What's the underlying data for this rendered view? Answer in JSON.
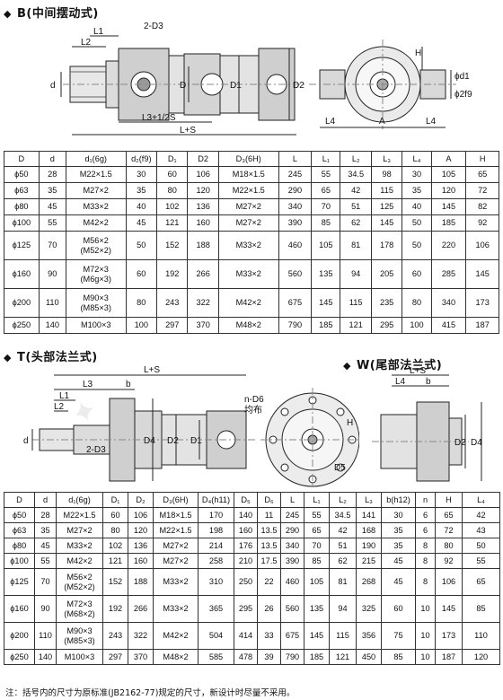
{
  "sections": {
    "b": {
      "title": "B(中间摆动式)"
    },
    "t": {
      "title": "T(头部法兰式)"
    },
    "w": {
      "title": "W(尾部法兰式)"
    }
  },
  "diagram_b": {
    "labels": [
      "L1",
      "L2",
      "2-D3",
      "d",
      "D",
      "D1",
      "D2",
      "L3+1/2S",
      "L+S",
      "L4",
      "A",
      "L4",
      "H",
      "ϕd1",
      "ϕ2f9"
    ]
  },
  "diagram_t": {
    "labels": [
      "L+S",
      "L3",
      "b",
      "L1",
      "L2",
      "2-D3",
      "D4",
      "D2",
      "D1",
      "d",
      "n-D6",
      "均布",
      "D5",
      "H"
    ]
  },
  "diagram_w": {
    "labels": [
      "L4",
      "L+S",
      "b",
      "D2",
      "D4"
    ]
  },
  "table_b": {
    "headers": [
      "D",
      "d",
      "d₁(6g)",
      "d₂(f9)",
      "D₁",
      "D2",
      "D₃(6H)",
      "L",
      "L₁",
      "L₂",
      "L₃",
      "L₄",
      "A",
      "H"
    ],
    "rows": [
      [
        "ϕ50",
        "28",
        "M22×1.5",
        "30",
        "60",
        "106",
        "M18×1.5",
        "245",
        "55",
        "34.5",
        "98",
        "30",
        "105",
        "65"
      ],
      [
        "ϕ63",
        "35",
        "M27×2",
        "35",
        "80",
        "120",
        "M22×1.5",
        "290",
        "65",
        "42",
        "115",
        "35",
        "120",
        "72"
      ],
      [
        "ϕ80",
        "45",
        "M33×2",
        "40",
        "102",
        "136",
        "M27×2",
        "340",
        "70",
        "51",
        "125",
        "40",
        "145",
        "82"
      ],
      [
        "ϕ100",
        "55",
        "M42×2",
        "45",
        "121",
        "160",
        "M27×2",
        "390",
        "85",
        "62",
        "145",
        "50",
        "185",
        "92"
      ],
      [
        "ϕ125",
        "70",
        "M56×2\n(M52×2)",
        "50",
        "152",
        "188",
        "M33×2",
        "460",
        "105",
        "81",
        "178",
        "50",
        "220",
        "106"
      ],
      [
        "ϕ160",
        "90",
        "M72×3\n(M6g×3)",
        "60",
        "192",
        "266",
        "M33×2",
        "560",
        "135",
        "94",
        "205",
        "60",
        "285",
        "145"
      ],
      [
        "ϕ200",
        "110",
        "M90×3\n(M85×3)",
        "80",
        "243",
        "322",
        "M42×2",
        "675",
        "145",
        "115",
        "235",
        "80",
        "340",
        "173"
      ],
      [
        "ϕ250",
        "140",
        "M100×3",
        "100",
        "297",
        "370",
        "M48×2",
        "790",
        "185",
        "121",
        "295",
        "100",
        "415",
        "187"
      ]
    ]
  },
  "table_t": {
    "headers": [
      "D",
      "d",
      "d₁(6g)",
      "D₁",
      "D₂",
      "D₃(6H)",
      "D₄(h11)",
      "D₅",
      "D₆",
      "L",
      "L₁",
      "L₂",
      "L₃",
      "b(h12)",
      "n",
      "H",
      "L₄"
    ],
    "rows": [
      [
        "ϕ50",
        "28",
        "M22×1.5",
        "60",
        "106",
        "M18×1.5",
        "170",
        "140",
        "11",
        "245",
        "55",
        "34.5",
        "141",
        "30",
        "6",
        "65",
        "42"
      ],
      [
        "ϕ63",
        "35",
        "M27×2",
        "80",
        "120",
        "M22×1.5",
        "198",
        "160",
        "13.5",
        "290",
        "65",
        "42",
        "168",
        "35",
        "6",
        "72",
        "43"
      ],
      [
        "ϕ80",
        "45",
        "M33×2",
        "102",
        "136",
        "M27×2",
        "214",
        "176",
        "13.5",
        "340",
        "70",
        "51",
        "190",
        "35",
        "8",
        "80",
        "50"
      ],
      [
        "ϕ100",
        "55",
        "M42×2",
        "121",
        "160",
        "M27×2",
        "258",
        "210",
        "17.5",
        "390",
        "85",
        "62",
        "215",
        "45",
        "8",
        "92",
        "55"
      ],
      [
        "ϕ125",
        "70",
        "M56×2\n(M52×2)",
        "152",
        "188",
        "M33×2",
        "310",
        "250",
        "22",
        "460",
        "105",
        "81",
        "268",
        "45",
        "8",
        "106",
        "65"
      ],
      [
        "ϕ160",
        "90",
        "M72×3\n(M68×2)",
        "192",
        "266",
        "M33×2",
        "365",
        "295",
        "26",
        "560",
        "135",
        "94",
        "325",
        "60",
        "10",
        "145",
        "85"
      ],
      [
        "ϕ200",
        "110",
        "M90×3\n(M85×3)",
        "243",
        "322",
        "M42×2",
        "504",
        "414",
        "33",
        "675",
        "145",
        "115",
        "356",
        "75",
        "10",
        "173",
        "110"
      ],
      [
        "ϕ250",
        "140",
        "M100×3",
        "297",
        "370",
        "M48×2",
        "585",
        "478",
        "39",
        "790",
        "185",
        "121",
        "450",
        "85",
        "10",
        "187",
        "120"
      ]
    ]
  },
  "note": "注：括号内的尺寸为原标准(JB2162-77)规定的尺寸，新设计时尽量不采用。"
}
